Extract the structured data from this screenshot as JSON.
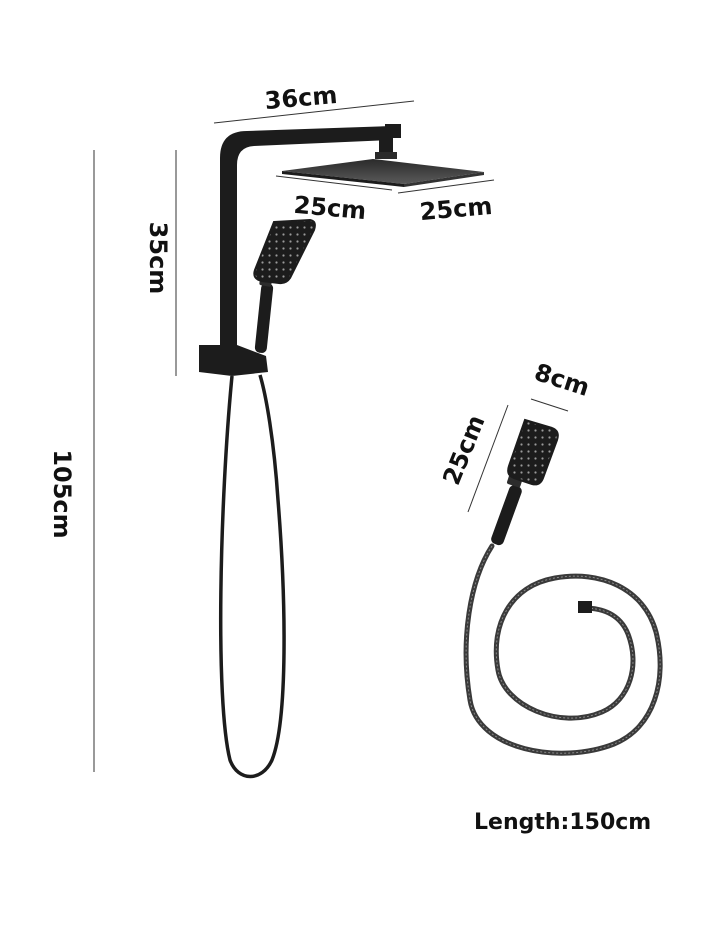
{
  "dimensions": {
    "arm_width": "36cm",
    "head_depth": "25cm",
    "head_width": "25cm",
    "upper_height": "35cm",
    "total_height": "105cm",
    "handheld_width": "8cm",
    "handheld_length": "25cm"
  },
  "hose_length": "Length:150cm",
  "colors": {
    "product": "#1c1c1c",
    "dimension_line": "#333333",
    "text": "#111111"
  }
}
